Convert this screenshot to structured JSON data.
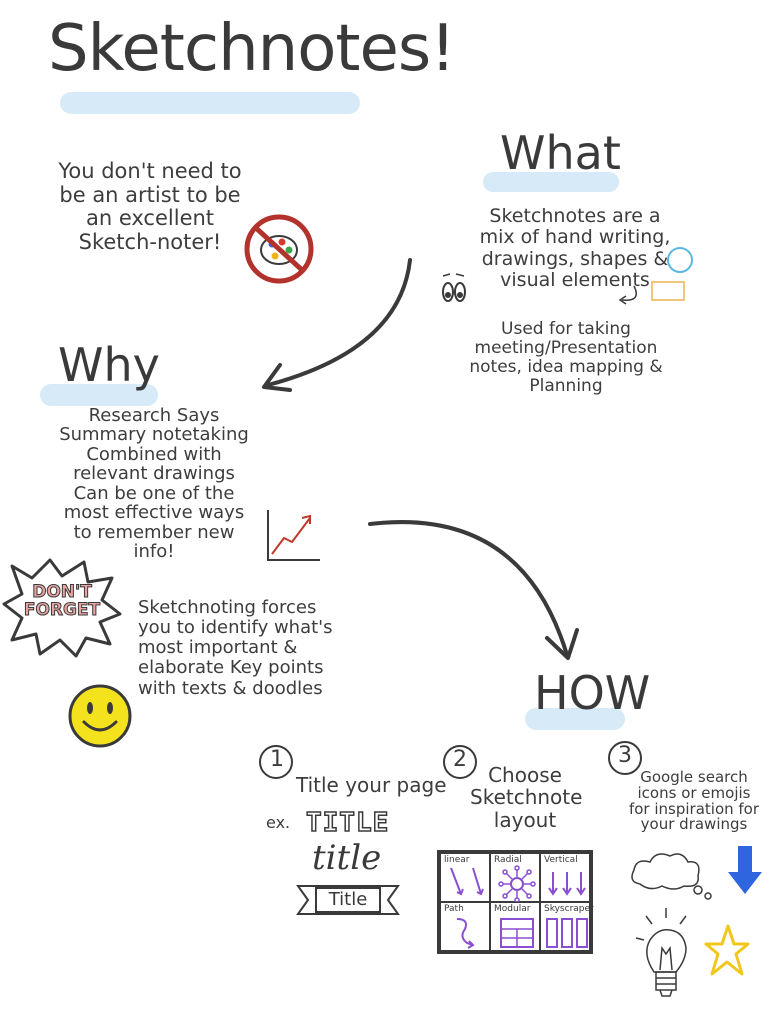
{
  "title": "Sketchnotes!",
  "intro": {
    "lines": [
      "You don't need to",
      "be an artist to be",
      "an excellent",
      "Sketch-noter!"
    ]
  },
  "what": {
    "heading": "What",
    "desc_lines": [
      "Sketchnotes are a",
      "mix of hand writing,",
      "drawings, shapes &",
      "visual elements"
    ],
    "uses_lines": [
      "Used for taking",
      "meeting/Presentation",
      "notes, idea mapping &",
      "Planning"
    ]
  },
  "why": {
    "heading": "Why",
    "research_lines": [
      "Research Says",
      "Summary notetaking",
      "Combined with",
      "relevant drawings",
      "Can be one of the",
      "most effective ways",
      "to remember new",
      "info!"
    ],
    "sticker_line1": "DON'T",
    "sticker_line2": "FORGET",
    "forces_lines": [
      "Sketchnoting forces",
      "you to identify what's",
      "most important &",
      "elaborate Key points",
      "with texts & doodles"
    ]
  },
  "how": {
    "heading": "HOW",
    "step1": {
      "number": "1",
      "text": "Title your page",
      "example_prefix": "ex.",
      "examples": [
        "TITLE",
        "title",
        "Title"
      ]
    },
    "step2": {
      "number": "2",
      "lines": [
        "Choose",
        "Sketchnote",
        "layout"
      ],
      "layouts": [
        "linear",
        "Radial",
        "Vertical",
        "Path",
        "Modular",
        "Skyscraper"
      ]
    },
    "step3": {
      "number": "3",
      "lines": [
        "Google search",
        "icons or emojis",
        "for inspiration for",
        "your drawings"
      ]
    }
  },
  "colors": {
    "highlight": "#d6ebf7",
    "ink": "#3a3a3a",
    "purple": "#8a4fd0",
    "red": "#c0392b",
    "blue": "#2f66e0",
    "yellow": "#f4e21c",
    "circle": "#5ab8e0",
    "rect": "#f2c67a"
  },
  "icons": [
    "no-artist-palette-icon",
    "eyes-icon",
    "growth-chart-icon",
    "dont-forget-burst-icon",
    "smiley-icon",
    "cloud-icon",
    "down-arrow-icon",
    "lightbulb-icon",
    "star-icon"
  ]
}
